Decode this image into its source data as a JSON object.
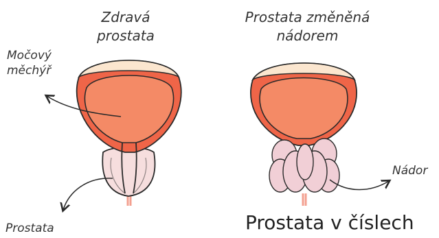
{
  "captions": {
    "healthy": [
      "Zdravá",
      "prostata"
    ],
    "changed": [
      "Prostata změněná",
      "nádorem"
    ]
  },
  "labels": {
    "bladder": [
      "Močový",
      "měchýř"
    ],
    "prostate": "Prostata",
    "tumor": "Nádor"
  },
  "heading": "Prostata v číslech",
  "colors": {
    "bladder_fill": "#ef6548",
    "bladder_inner": "#f48a66",
    "bladder_cap": "#fbe6cf",
    "prostate_fill": "#f6dede",
    "tumor_fill": "#f1cfd6",
    "urethra": "#f3a090",
    "outline": "#2a2a2a"
  }
}
